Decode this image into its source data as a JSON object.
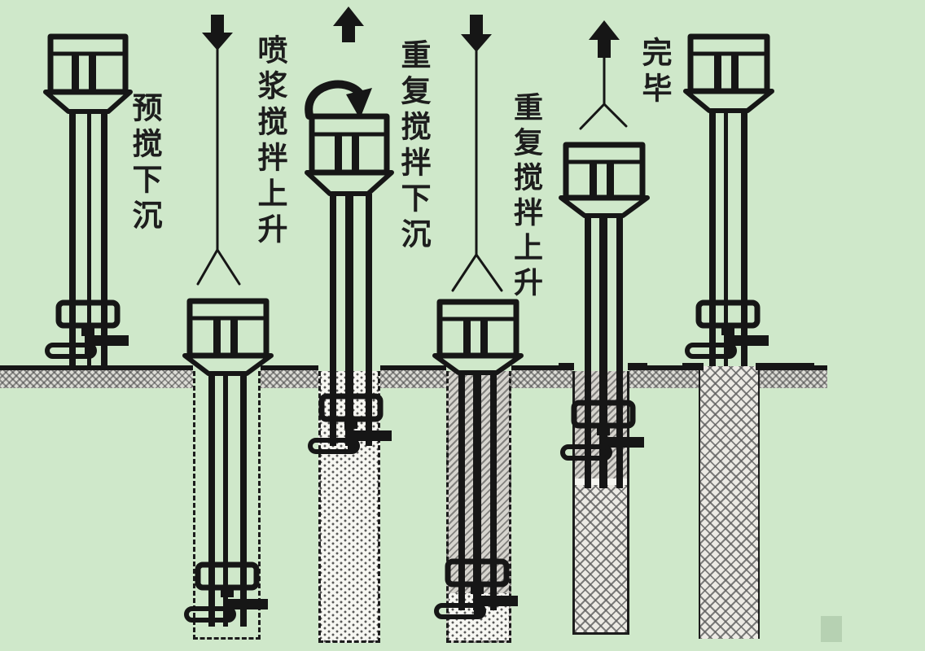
{
  "diagram": {
    "kind": "construction-process-diagram",
    "stages": [
      {
        "label": "预搅下沉",
        "motion_icon": "down-arrow"
      },
      {
        "label": "喷浆搅拌上升",
        "motion_icon": "up-arrow-with-rotation"
      },
      {
        "label": "重复搅拌下沉",
        "motion_icon": "down-arrow"
      },
      {
        "label": "重复搅拌上升",
        "motion_icon": "up-arrow"
      },
      {
        "label": "完毕",
        "motion_icon": "up-arrow"
      }
    ],
    "colors": {
      "background": "#cfe8ca",
      "line": "#161616",
      "ground_fill": "#dcdcd6",
      "grout_fill": "#f7f7f2",
      "mixing_fill": "#d6d4ce",
      "finished_pile_fill": "#eceae4"
    }
  }
}
